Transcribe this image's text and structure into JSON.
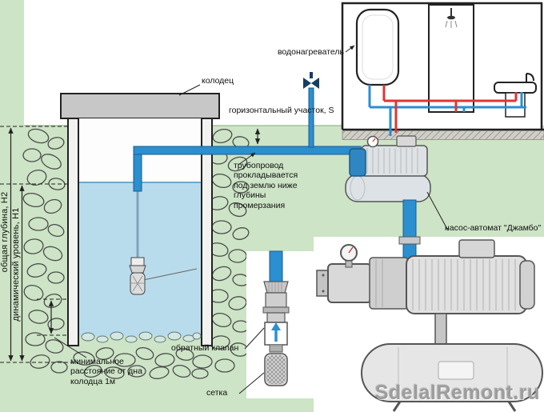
{
  "colors": {
    "ground_green": "#cde4c6",
    "water_blue": "#b9dcec",
    "pipe_blue": "#2b8fd0",
    "pipe_red": "#e03434",
    "well_lid_gray": "#c7c7c7"
  },
  "labels": {
    "water_heater": "водонагреватель",
    "well": "колодец",
    "horizontal_section": "горизонтальный участок, S",
    "pipeline_note": "трубопровод прокладывается под землю ниже глубины промерзания",
    "pump_auto": "насос-автомат \"Джамбо\"",
    "check_valve": "обратный клапан",
    "mesh": "сетка",
    "min_distance": "минимальное расстояние от дна колодца 1м",
    "total_depth": "общая глубина, Н2",
    "dynamic_level": "динамический уровень, Н1"
  },
  "watermark": "SdelalRemont.ru"
}
